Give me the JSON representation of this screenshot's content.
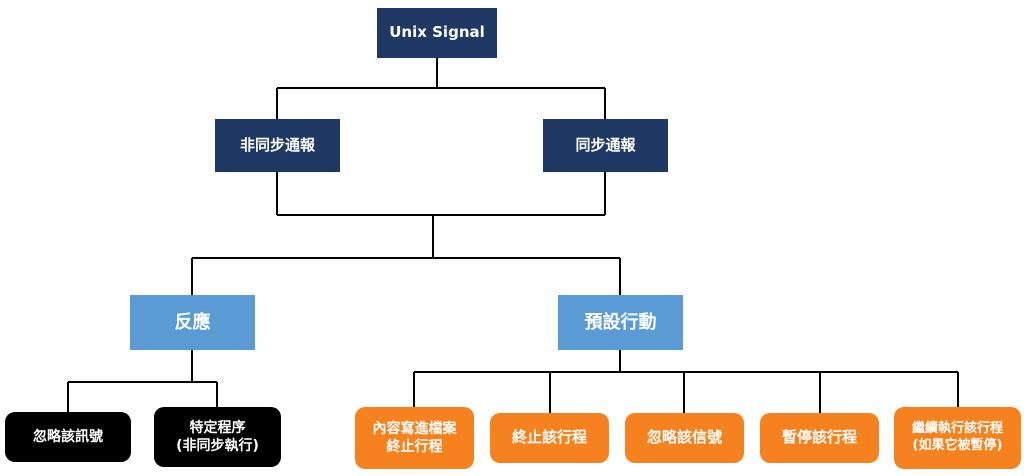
{
  "colors": {
    "navy": "#1F3864",
    "blue": "#5B9BD5",
    "black": "#000000",
    "orange": "#F5821F",
    "line": "#000000",
    "text": "#FFFFFF"
  },
  "nodes": {
    "root": "Unix Signal",
    "async_notify": "非同步通報",
    "sync_notify": "同步通報",
    "reaction": "反應",
    "default_action": "預設行動",
    "ignore_the_signal": "忽略該訊號",
    "specific_procedure": "特定程序\n(非同步執行)",
    "dump_terminate": "內容寫進檔案\n終止行程",
    "terminate_process": "終止該行程",
    "ignore_signal": "忽略該信號",
    "stop_process": "暫停該行程",
    "continue_process": "繼續執行該行程\n(如果它被暫停)"
  }
}
